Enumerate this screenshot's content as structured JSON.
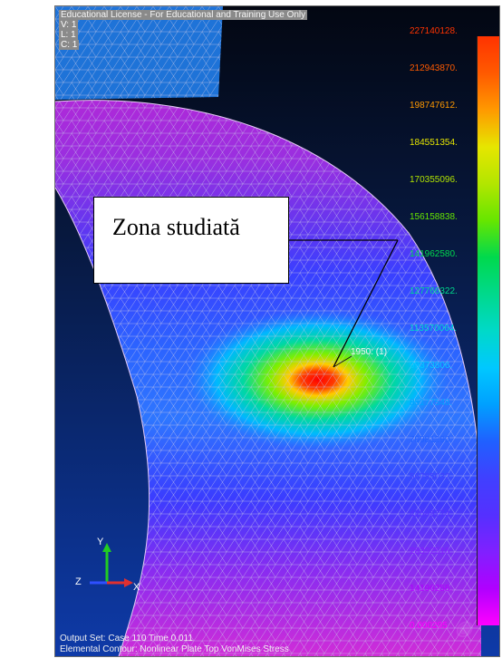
{
  "license_text": "Educational License - For Educational and Training Use Only",
  "view_info": [
    "V: 1",
    "L: 1",
    "C: 1"
  ],
  "annotation": {
    "label": "Zona studiată"
  },
  "node_label": "1950: (1)",
  "legend": {
    "values": [
      "227140128.",
      "212943870.",
      "198747612.",
      "184551354.",
      "170355096.",
      "156158838.",
      "141962580.",
      "127766322.",
      "113570064.",
      "99373806.",
      "85177548.",
      "70981290.",
      "56785032.",
      "42588774.",
      "28392516.",
      "14196258.",
      "0.000295"
    ],
    "label_colors": [
      "#ff3300",
      "#ff5a00",
      "#ff9900",
      "#e6e600",
      "#b3e600",
      "#66e600",
      "#00d94d",
      "#00d98c",
      "#00d9c8",
      "#00c8ff",
      "#00a0ff",
      "#2060ff",
      "#4040ff",
      "#5530ff",
      "#8020ff",
      "#b000ff",
      "#ff00ff"
    ]
  },
  "axes": {
    "x": "X",
    "y": "Y",
    "z": "Z"
  },
  "footer": {
    "output_set": "Output Set: Case 110 Time 0.011",
    "contour": "Elemental Contour: Nonlinear Plate Top VonMises Stress"
  },
  "colors": {
    "background": "#0b2d80",
    "mesh_top": "#cc1fd6",
    "mesh_mid": "#3030ff",
    "hotspot": "#ff0000",
    "upper_block": "#1a6fcf"
  }
}
